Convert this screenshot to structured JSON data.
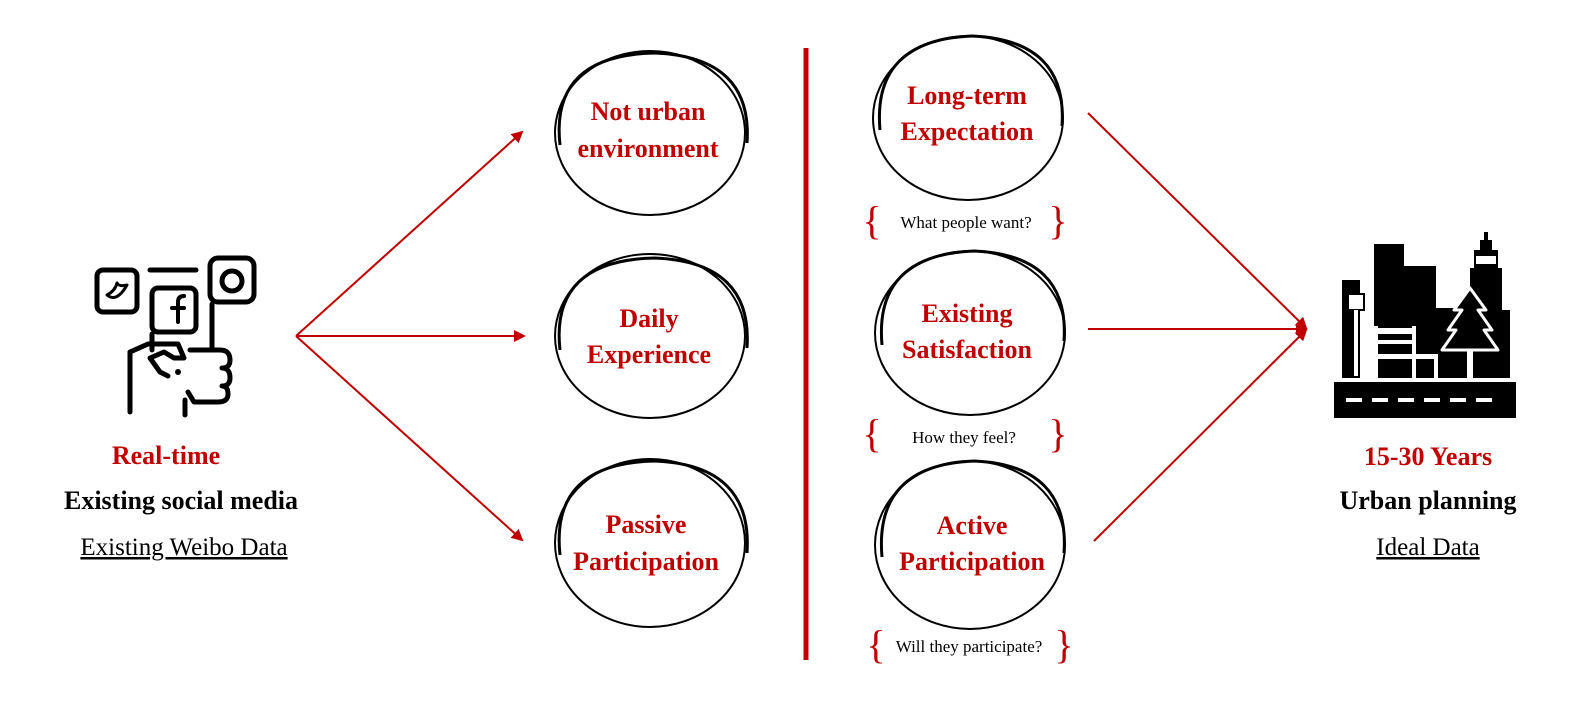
{
  "colors": {
    "accent": "#c00000",
    "ink": "#000000",
    "background": "#ffffff"
  },
  "left": {
    "icon": "social-media-hand-icon",
    "title": "Real-time",
    "subtitle": "Existing social media",
    "link": "Existing Weibo Data"
  },
  "middle": {
    "circles": [
      {
        "lines": [
          "Not urban",
          "environment"
        ]
      },
      {
        "lines": [
          "Daily",
          "Experience"
        ]
      },
      {
        "lines": [
          "Passive",
          "Participation"
        ]
      }
    ]
  },
  "right_col": {
    "circles": [
      {
        "lines": [
          "Long-term",
          "Expectation"
        ],
        "question": "What people want?"
      },
      {
        "lines": [
          "Existing",
          "Satisfaction"
        ],
        "question": "How they feel?"
      },
      {
        "lines": [
          "Active",
          "Participation"
        ],
        "question": "Will they participate?"
      }
    ]
  },
  "right": {
    "icon": "city-park-icon",
    "title": "15-30 Years",
    "subtitle": "Urban planning",
    "link": "Ideal Data"
  }
}
